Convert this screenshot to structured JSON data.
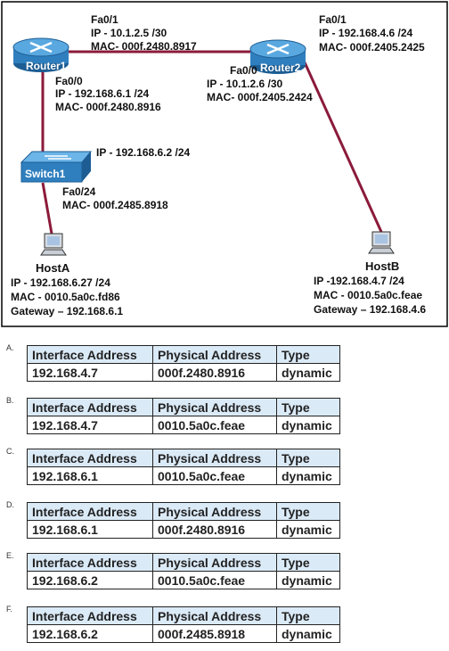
{
  "topology": {
    "router1": {
      "name": "Router1",
      "fa01": {
        "iface": "Fa0/1",
        "ip": "IP - 10.1.2.5 /30",
        "mac": "MAC- 000f.2480.8917"
      },
      "fa00": {
        "iface": "Fa0/0",
        "ip": "IP - 192.168.6.1 /24",
        "mac": "MAC- 000f.2480.8916"
      }
    },
    "router2": {
      "name": "Router2",
      "fa01": {
        "iface": "Fa0/1",
        "ip": "IP - 192.168.4.6 /24",
        "mac": "MAC- 000f.2405.2425"
      },
      "fa00": {
        "iface": "Fa0/0",
        "ip": "IP - 10.1.2.6 /30",
        "mac": "MAC- 000f.2405.2424"
      }
    },
    "switch1": {
      "name": "Switch1",
      "ip": "IP - 192.168.6.2 /24",
      "fa024": {
        "iface": "Fa0/24",
        "mac": "MAC- 000f.2485.8918"
      }
    },
    "hostA": {
      "name": "HostA",
      "ip": "IP - 192.168.6.27 /24",
      "mac": "MAC - 0010.5a0c.fd86",
      "gateway": "Gateway – 192.168.6.1"
    },
    "hostB": {
      "name": "HostB",
      "ip": "IP -192.168.4.7 /24",
      "mac": "MAC - 0010.5a0c.feae",
      "gateway": "Gateway – 192.168.4.6"
    },
    "colors": {
      "link": "#8b1a3a",
      "device": "#2f7fbf",
      "border": "#000000"
    }
  },
  "table_headers": [
    "Interface Address",
    "Physical Address",
    "Type"
  ],
  "options": [
    {
      "letter": "A.",
      "interface": "192.168.4.7",
      "physical": "000f.2480.8916",
      "type": "dynamic"
    },
    {
      "letter": "B.",
      "interface": "192.168.4.7",
      "physical": "0010.5a0c.feae",
      "type": "dynamic"
    },
    {
      "letter": "C.",
      "interface": "192.168.6.1",
      "physical": "0010.5a0c.feae",
      "type": "dynamic"
    },
    {
      "letter": "D.",
      "interface": "192.168.6.1",
      "physical": "000f.2480.8916",
      "type": "dynamic"
    },
    {
      "letter": "E.",
      "interface": "192.168.6.2",
      "physical": "0010.5a0c.feae",
      "type": "dynamic"
    },
    {
      "letter": "F.",
      "interface": "192.168.6.2",
      "physical": "000f.2485.8918",
      "type": "dynamic"
    }
  ]
}
